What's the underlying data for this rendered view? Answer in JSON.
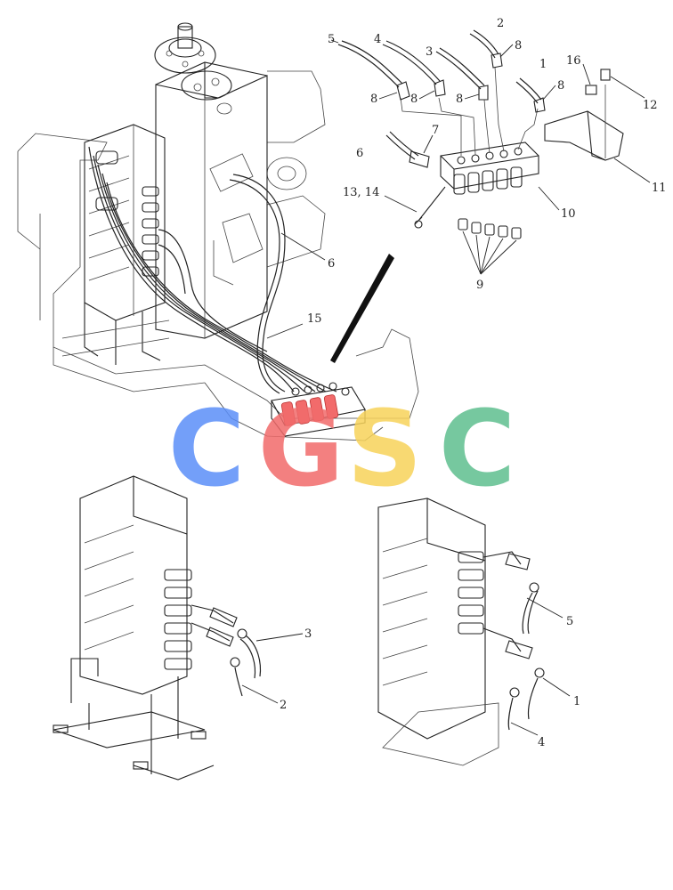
{
  "callouts": {
    "c1": "1",
    "c2": "2",
    "c3": "3",
    "c4": "4",
    "c5": "5",
    "c6": "6",
    "c7": "7",
    "c8": "8",
    "c9": "9",
    "c10": "10",
    "c11": "11",
    "c12": "12",
    "c13_14": "13, 14",
    "c15": "15",
    "c16": "16"
  },
  "watermark": {
    "letters": [
      "C",
      "G",
      "S",
      "C"
    ],
    "colors": [
      "#5b8ff9",
      "#f16b6b",
      "#f7d35a",
      "#5fbf8f"
    ]
  },
  "colors": {
    "line": "#222222",
    "highlight": "#f26b6b"
  }
}
